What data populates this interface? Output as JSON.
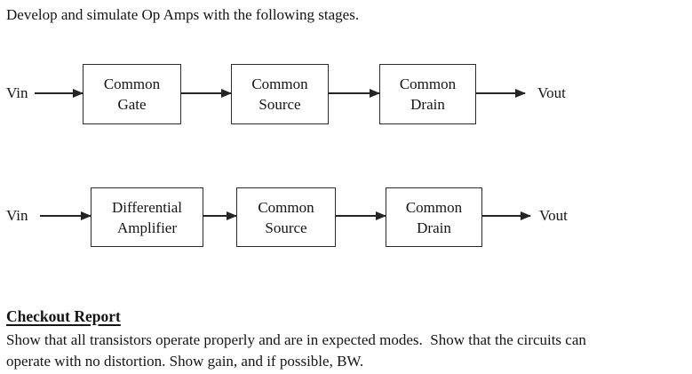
{
  "colors": {
    "background": "#ffffff",
    "ink": "#141414",
    "box_border": "#2b2b2b"
  },
  "title": "Develop and simulate Op Amps with the following stages.",
  "diagram": {
    "rows": [
      {
        "input_label": "Vin",
        "output_label": "Vout",
        "blocks": [
          {
            "line1": "Common",
            "line2": "Gate"
          },
          {
            "line1": "Common",
            "line2": "Source"
          },
          {
            "line1": "Common",
            "line2": "Drain"
          }
        ]
      },
      {
        "input_label": "Vin",
        "output_label": "Vout",
        "blocks": [
          {
            "line1": "Differential",
            "line2": "Amplifier"
          },
          {
            "line1": "Common",
            "line2": "Source"
          },
          {
            "line1": "Common",
            "line2": "Drain"
          }
        ]
      }
    ]
  },
  "checkout": {
    "heading": "Checkout Report",
    "body_lines": [
      "Show that all transistors operate properly and are in expected modes.  Show that the circuits can",
      "operate with no distortion. Show gain, and if possible, BW."
    ]
  }
}
